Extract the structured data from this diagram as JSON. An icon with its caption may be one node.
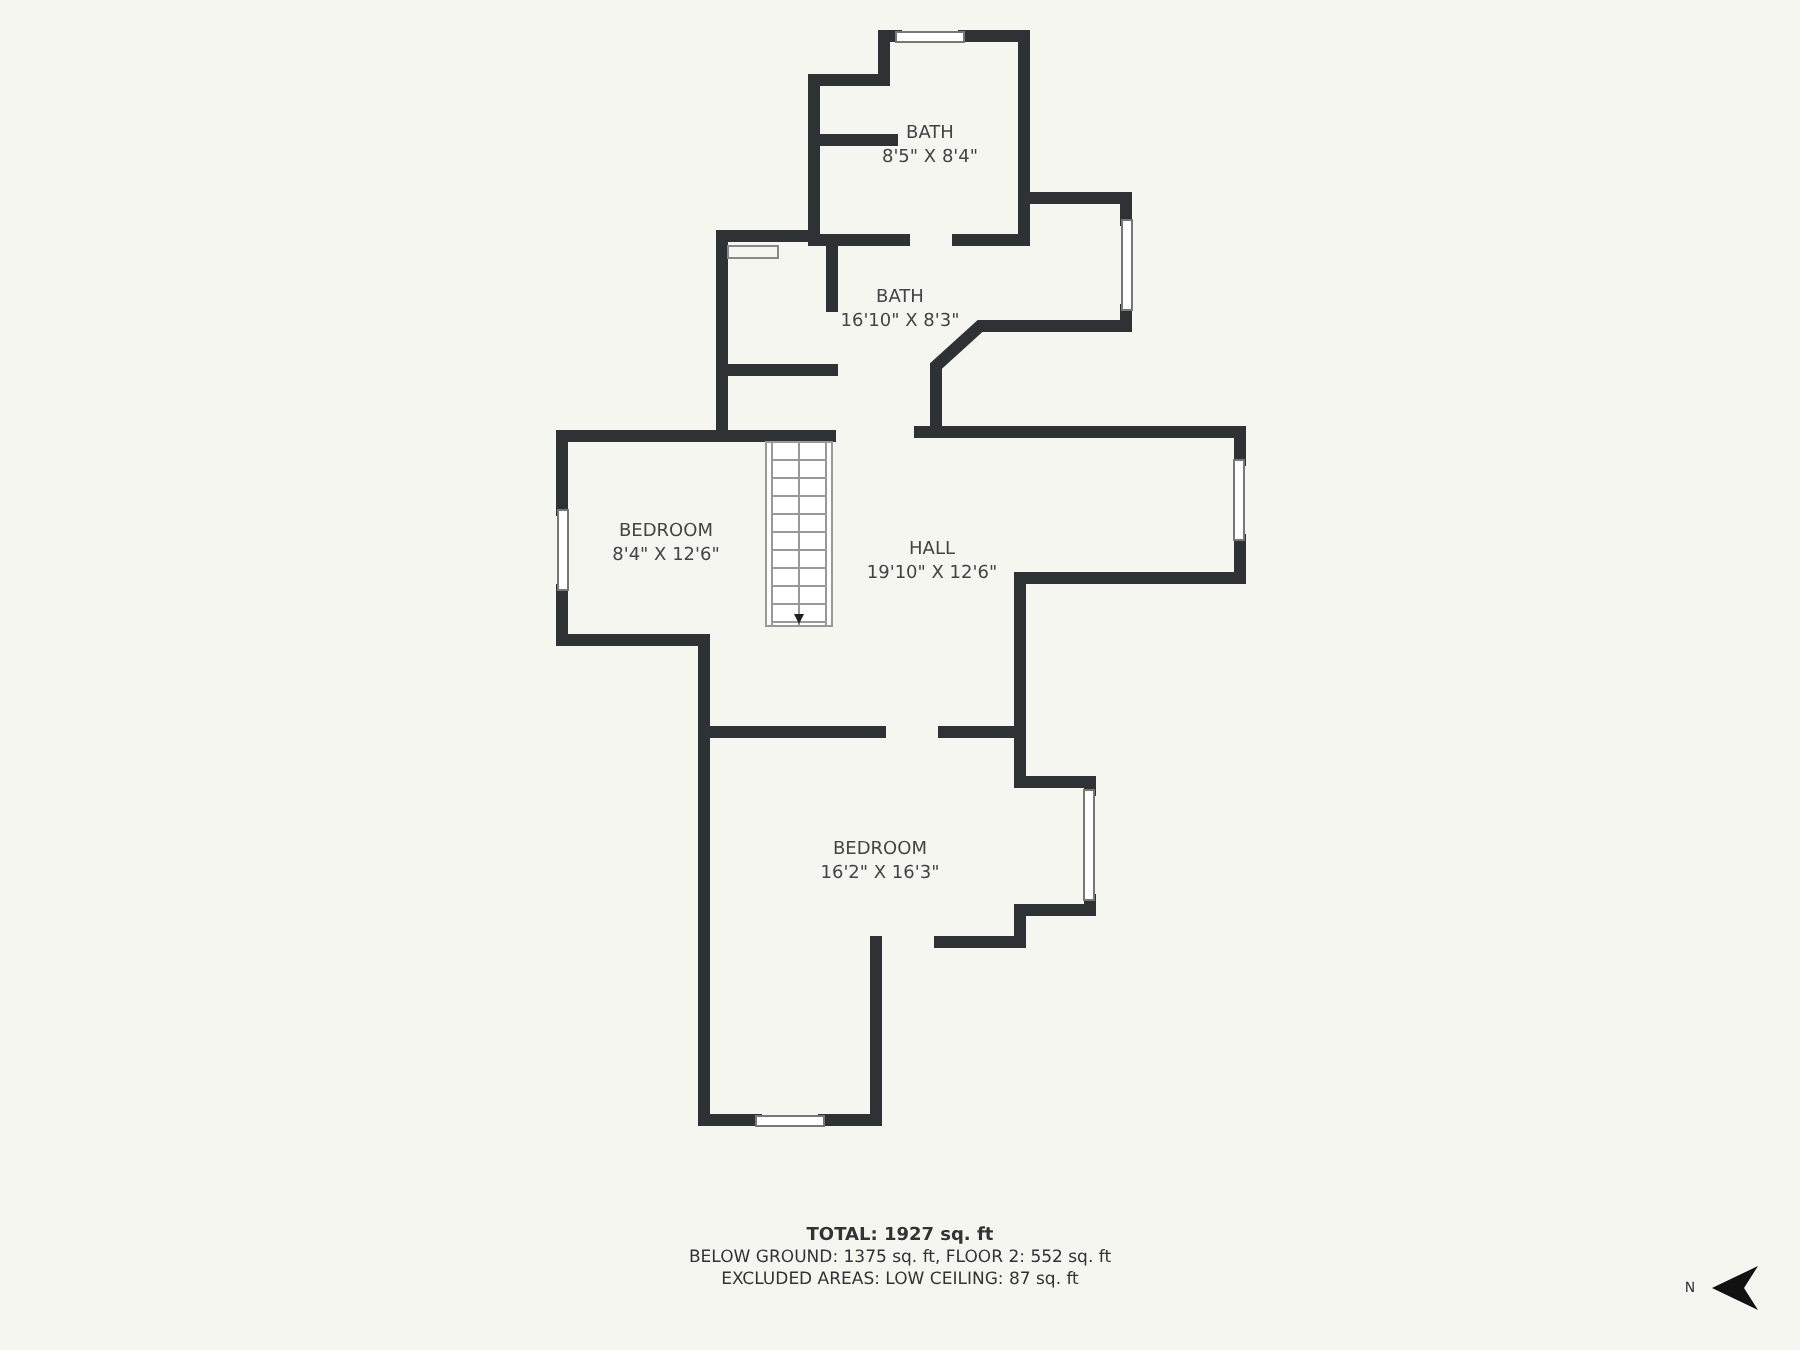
{
  "diagram": {
    "nodes": [
      {
        "text": [
          "BATH",
          "8'5\" X 8'4\""
        ]
      },
      {
        "text": [
          "BATH",
          "16'10\" X 8'3\""
        ]
      },
      {
        "text": [
          "BEDROOM",
          "8'4\" X 12'6\""
        ]
      },
      {
        "text": [
          "HALL",
          "19'10\" X 12'6\""
        ]
      },
      {
        "text": [
          "BEDROOM",
          "16'2\" X 16'3\""
        ]
      }
    ],
    "labels": [
      "TOTAL: 1927 sq. ft",
      "BELOW GROUND: 1375 sq. ft, FLOOR 2: 552 sq. ft",
      "EXCLUDED AREAS: LOW CEILING: 87 sq. ft",
      "N"
    ]
  }
}
